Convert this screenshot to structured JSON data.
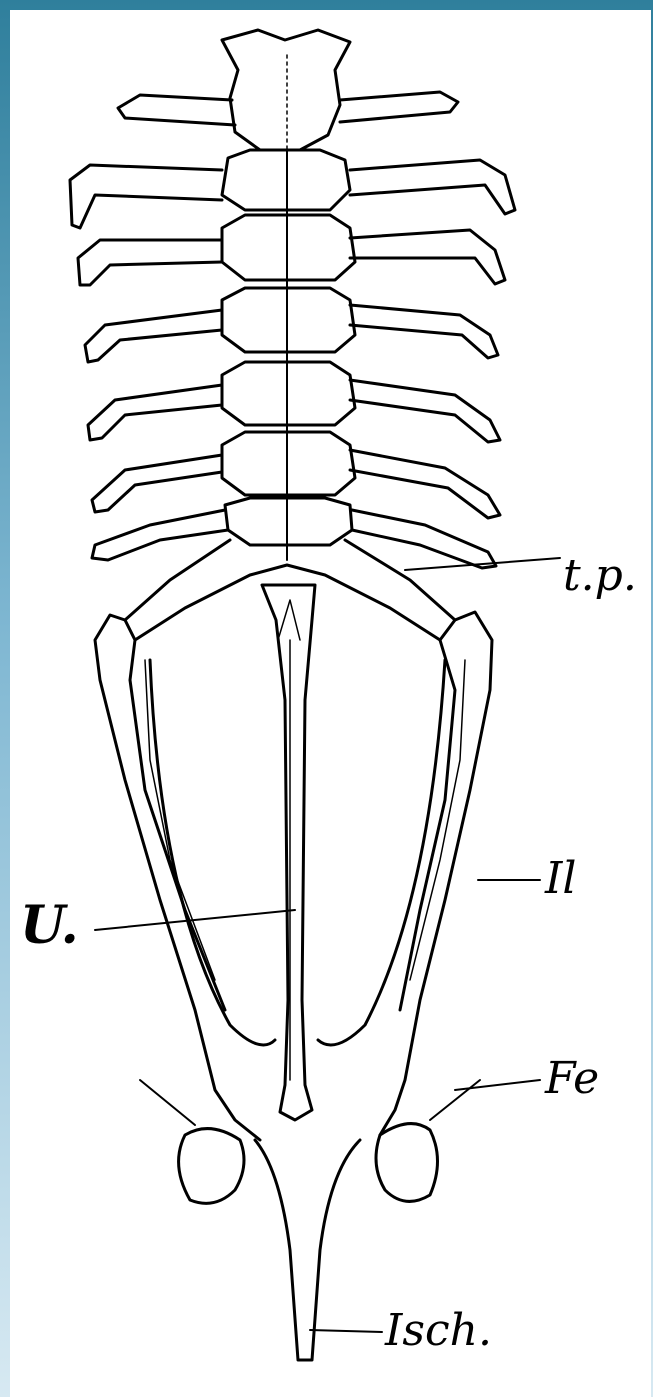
{
  "labels": {
    "tp": "t.p.",
    "il": "Il",
    "u": "U.",
    "fe": "Fe",
    "isch": "Isch."
  },
  "colors": {
    "frame_top": "#2f7f9c",
    "frame_bottom": "#d7e9f2",
    "ink": "#000000",
    "paper": "#ffffff"
  }
}
